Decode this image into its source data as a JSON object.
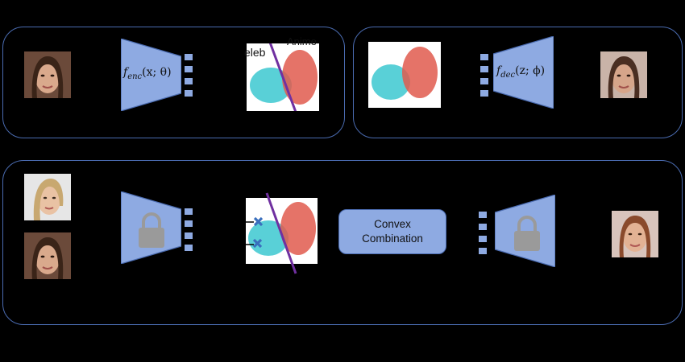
{
  "encoder_label": "f",
  "encoder_sub": "enc",
  "encoder_args": "(x; θ)",
  "decoder_label": "f",
  "decoder_sub": "dec",
  "decoder_args": "(z; ϕ)",
  "celeb_label": "eleb",
  "anime_label": "Anime",
  "convex_line1": "Convex",
  "convex_line2": "Combination",
  "colors": {
    "panel_border": "#4a6bb0",
    "trapezoid": "#8eaae2",
    "celeb_cluster": "#3cc8d0",
    "anime_cluster": "#e05a4e",
    "divider": "#7030a0",
    "marker": "#3a6fbd",
    "lock": "#9a9a9a"
  },
  "icons": [
    "face-photo",
    "lock-icon",
    "cross-marker"
  ]
}
